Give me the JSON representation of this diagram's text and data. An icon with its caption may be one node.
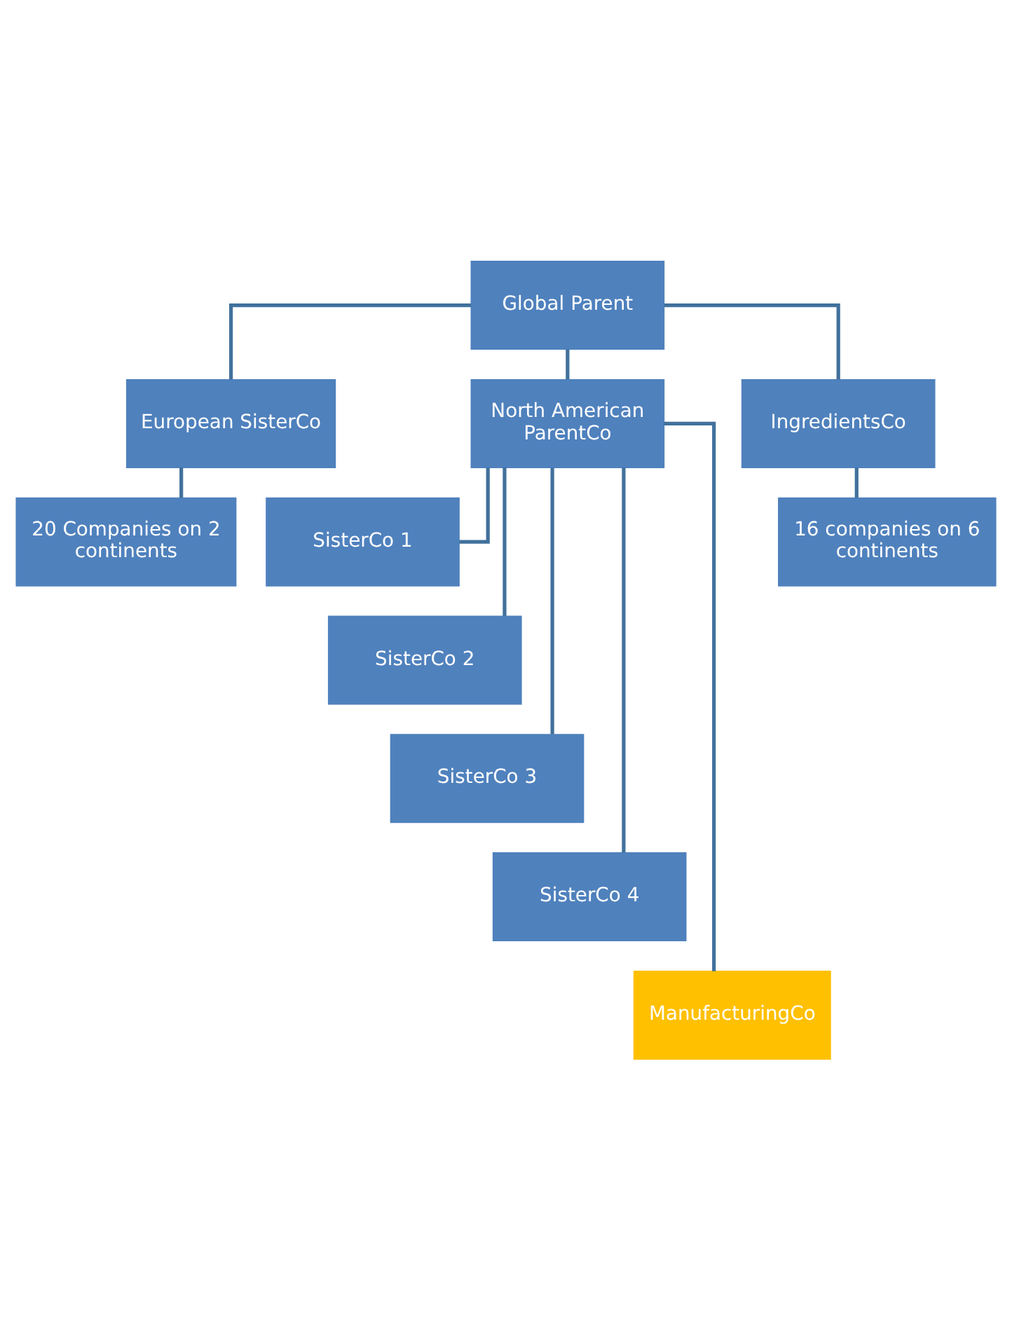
{
  "diagram": {
    "nodes": [
      {
        "text": [
          "Global Parent"
        ]
      },
      {
        "text": [
          "European SisterCo"
        ]
      },
      {
        "text": [
          "North American ParentCo"
        ]
      },
      {
        "text": [
          "IngredientsCo"
        ]
      },
      {
        "text": [
          "20 Companies on 2 continents"
        ]
      },
      {
        "text": [
          "SisterCo 1"
        ]
      },
      {
        "text": [
          "SisterCo 2"
        ]
      },
      {
        "text": [
          "SisterCo 3"
        ]
      },
      {
        "text": [
          "SisterCo 4"
        ]
      },
      {
        "text": [
          "ManufacturingCo"
        ]
      },
      {
        "text": [
          "16 companies on 6 continents"
        ]
      }
    ],
    "edges": [
      {
        "from": 0,
        "to": 1,
        "arrow": "none"
      },
      {
        "from": 0,
        "to": 2,
        "arrow": "none"
      },
      {
        "from": 0,
        "to": 3,
        "arrow": "none"
      },
      {
        "from": 1,
        "to": 4,
        "arrow": "none"
      },
      {
        "from": 2,
        "to": 5,
        "arrow": "none"
      },
      {
        "from": 2,
        "to": 6,
        "arrow": "none"
      },
      {
        "from": 2,
        "to": 7,
        "arrow": "none"
      },
      {
        "from": 2,
        "to": 8,
        "arrow": "none"
      },
      {
        "from": 2,
        "to": 9,
        "arrow": "none"
      },
      {
        "from": 3,
        "to": 10,
        "arrow": "none"
      }
    ]
  }
}
